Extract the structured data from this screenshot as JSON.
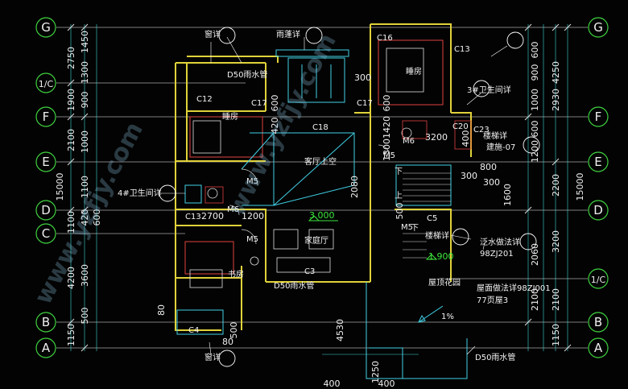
{
  "axes": {
    "left": [
      "G",
      "1/C",
      "F",
      "E",
      "D",
      "C",
      "B",
      "A"
    ],
    "right": [
      "G",
      "F",
      "E",
      "D",
      "1/C",
      "B",
      "A"
    ]
  },
  "dims": {
    "left_outer": [
      "2750",
      "1900",
      "2100",
      "15000",
      "1100",
      "4200"
    ],
    "left_inner": [
      "1450",
      "1300",
      "900",
      "1000",
      "1100",
      "600",
      "420",
      "3600",
      "500",
      "1150"
    ],
    "right_inner": [
      "600",
      "900",
      "1000",
      "600",
      "1200",
      "2200",
      "1600",
      "3200",
      "2060",
      "2100",
      "2100",
      "1150"
    ],
    "right_outer": [
      "4250",
      "2930",
      "15000"
    ],
    "bottom": [
      "400",
      "1250",
      "4530",
      "400"
    ],
    "interior": [
      "300",
      "600",
      "420",
      "600",
      "1420",
      "1300",
      "3200",
      "400",
      "2080",
      "2700",
      "1200",
      "300",
      "800",
      "300",
      "500",
      "80",
      "80",
      "500"
    ]
  },
  "rooms": {
    "bedroom_left": "睡房",
    "bedroom_right": "睡房",
    "living_void": "客厅上空",
    "family_hall": "家庭厅",
    "study": "书房",
    "roof_garden": "屋顶花园"
  },
  "notes": {
    "window_top": "窗详",
    "window_bottom": "窗详",
    "canopy": "雨蓬详",
    "drainpipe_top": "D50雨水管",
    "drainpipe_mid": "D50雨水管",
    "drainpipe_bottom": "D50雨水管",
    "toilet_3": "3#卫生间详",
    "toilet_4": "4#卫生间详",
    "stair_detail": "楼梯详",
    "stair_ref": "建施-07",
    "stair_label": "楼梯详",
    "flashing": "泛水做法详",
    "flashing_ref": "98ZJ201",
    "roof_detail": "屋面做法详98ZJ001",
    "roof_ref": "77页屋3",
    "slope": "1%"
  },
  "codes": {
    "windows": [
      "C16",
      "C13",
      "C12",
      "C17",
      "C17",
      "C18",
      "C20",
      "C23",
      "C13",
      "C5",
      "C3",
      "C4"
    ],
    "doors": [
      "M5",
      "M6",
      "M5",
      "M6",
      "M5",
      "M5"
    ]
  },
  "levels": {
    "upper": "3.000",
    "terrace": "1.900"
  },
  "arrows": {
    "down_1": "下",
    "up": "上",
    "down_2": "下"
  },
  "watermark": "www.yzfjy.com"
}
